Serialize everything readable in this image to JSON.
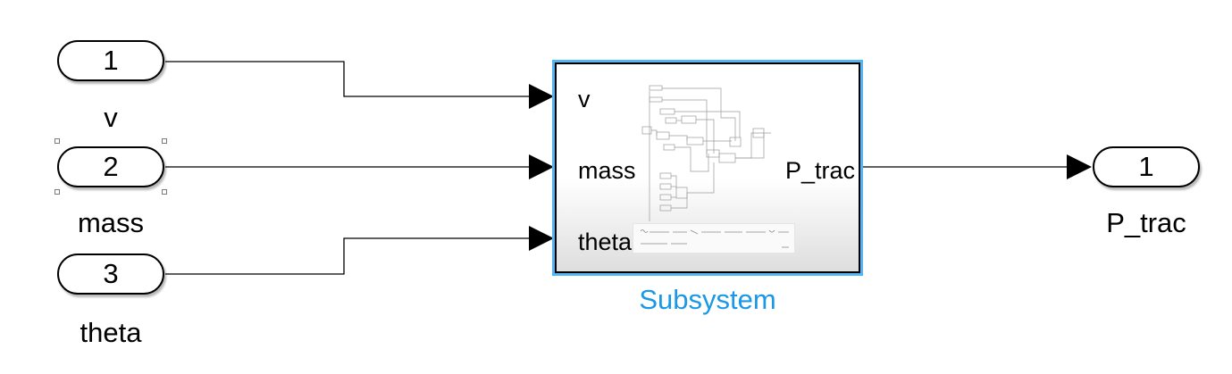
{
  "inports": [
    {
      "number": "1",
      "label": "v"
    },
    {
      "number": "2",
      "label": "mass"
    },
    {
      "number": "3",
      "label": "theta"
    }
  ],
  "outports": [
    {
      "number": "1",
      "label": "P_trac"
    }
  ],
  "subsystem": {
    "title": "Subsystem",
    "inputs": [
      "v",
      "mass",
      "theta"
    ],
    "outputs": [
      "P_trac"
    ]
  },
  "colors": {
    "selection": "#54b6f0",
    "subsystem_title": "#1a98e6",
    "line": "#000000"
  }
}
